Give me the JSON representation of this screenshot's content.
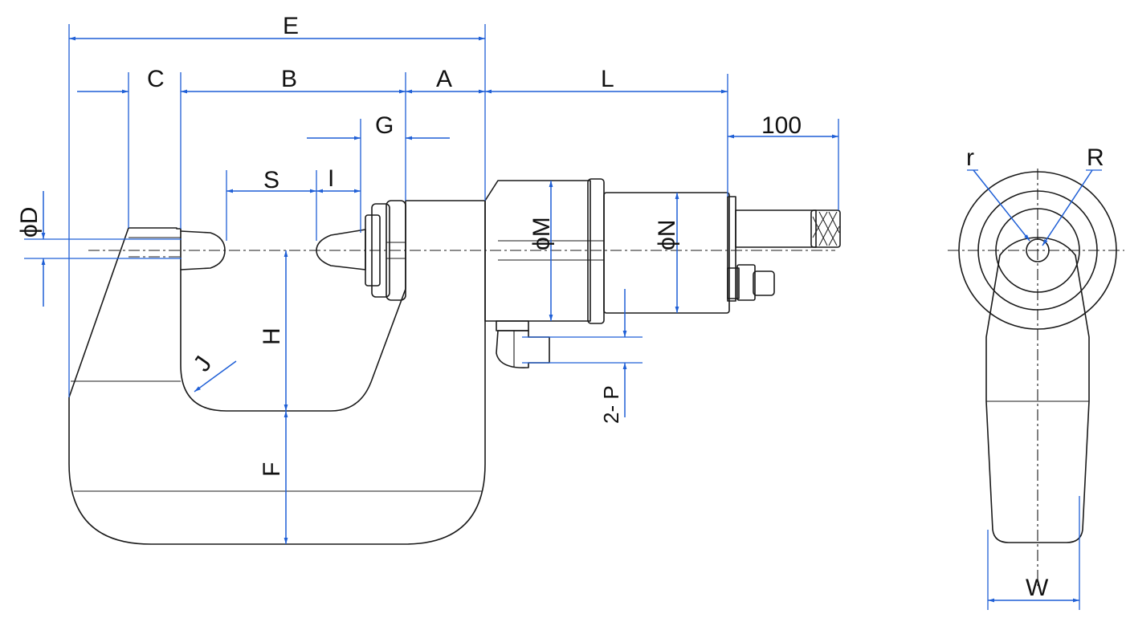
{
  "labels": {
    "E": "E",
    "C": "C",
    "B": "B",
    "A": "A",
    "L": "L",
    "G": "G",
    "S": "S",
    "I": "I",
    "len_100": "100",
    "phiD": "ϕD",
    "phiM": "ϕM",
    "phiN": "ϕN",
    "H": "H",
    "F": "F",
    "J": "J",
    "P2": "2- P",
    "r": "r",
    "R": "R",
    "W": "W"
  },
  "colors": {
    "dimension": "#1f5fd6",
    "outline": "#1a1a1a"
  }
}
